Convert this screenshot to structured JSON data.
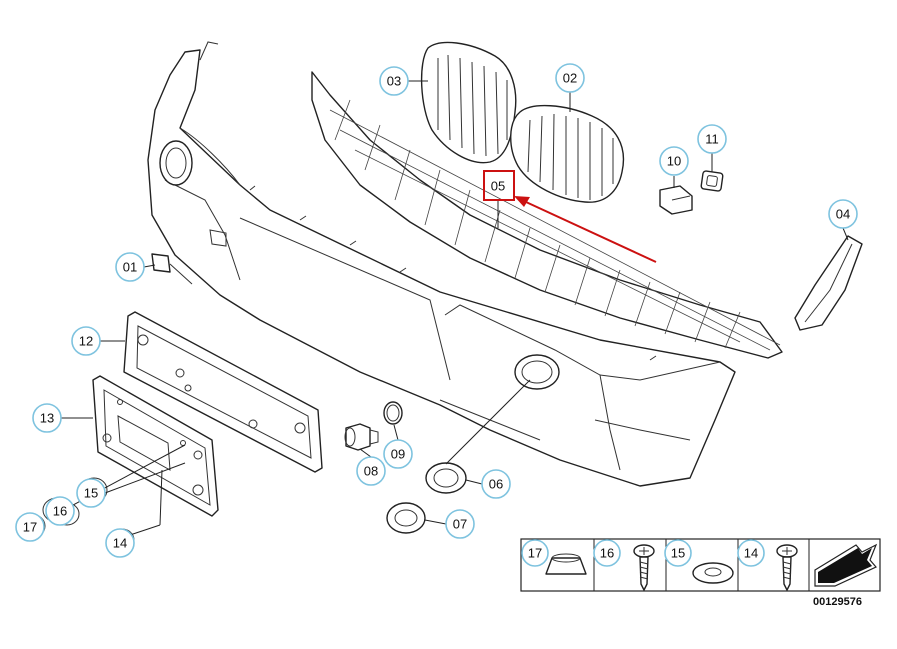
{
  "callout_color": "#7ec3df",
  "highlight_color": "#cc1111",
  "callouts": {
    "c01": "01",
    "c02": "02",
    "c03": "03",
    "c04": "04",
    "c05": "05",
    "c06": "06",
    "c07": "07",
    "c08": "08",
    "c09": "09",
    "c10": "10",
    "c11": "11",
    "c12": "12",
    "c13": "13",
    "c14": "14",
    "c15": "15",
    "c16": "16",
    "c17": "17"
  },
  "legend": {
    "k17": "17",
    "k16": "16",
    "k15": "15",
    "k14": "14"
  },
  "part_number": "00129576"
}
